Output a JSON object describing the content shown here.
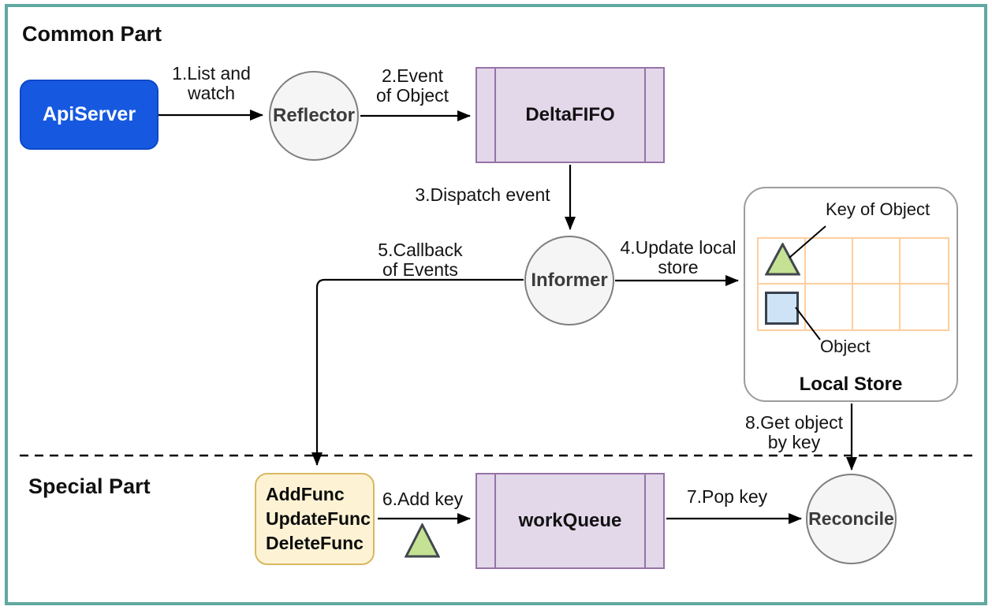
{
  "sections": {
    "common": "Common Part",
    "special": "Special Part"
  },
  "nodes": {
    "apiserver": "ApiServer",
    "reflector": "Reflector",
    "deltafifo": "DeltaFIFO",
    "informer": "Informer",
    "workqueue": "workQueue",
    "reconcile": "Reconcile",
    "handlers": [
      "AddFunc",
      "UpdateFunc",
      "DeleteFunc"
    ],
    "local_store": {
      "title": "Local Store",
      "key_label": "Key of Object",
      "object_label": "Object"
    }
  },
  "edges": {
    "e1": "1.List and\nwatch",
    "e2": "2.Event\nof Object",
    "e3": "3.Dispatch event",
    "e4": "4.Update local\nstore",
    "e5": "5.Callback\nof Events",
    "e6": "6.Add key",
    "e7": "7.Pop key",
    "e8": "8.Get object\nby key"
  },
  "icons": {
    "key_of_object": "green-triangle",
    "object": "blue-square"
  },
  "colors": {
    "frame": "#60a9a0",
    "apiserver_fill": "#1659e0",
    "apiserver_border": "#0d47c9",
    "circle_fill": "#f5f5f5",
    "circle_border": "#7f7f7f",
    "queue_fill": "#e3d7ea",
    "queue_border": "#9673a6",
    "handlers_fill": "#fdf3d4",
    "handlers_border": "#d8b860",
    "store_border": "#9c9c9c",
    "grid_line": "#ffce9e",
    "key_fill": "#c5e194",
    "key_border": "#41474d",
    "object_fill": "#cfe3f7",
    "object_border": "#38414d",
    "arrow": "#000000"
  }
}
